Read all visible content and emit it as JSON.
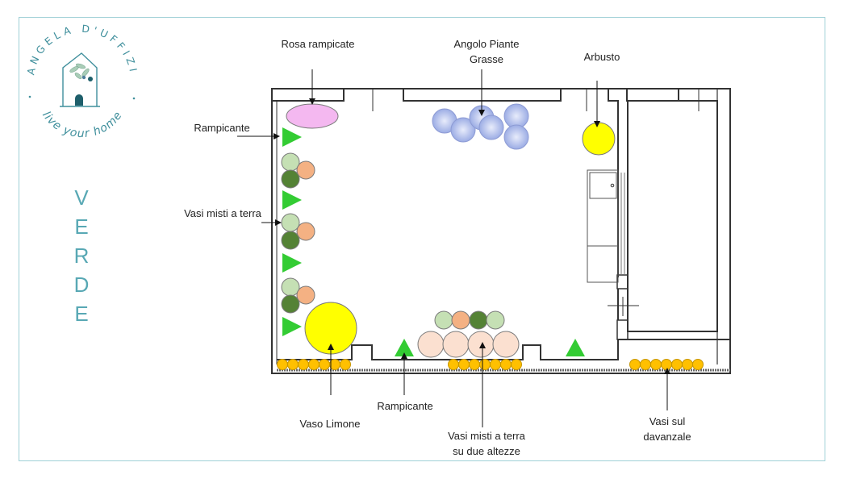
{
  "brand": {
    "name": "ANGELA D'UFFIZI",
    "tagline": "live your home",
    "color": "#3f8f9c"
  },
  "title": "VERDE",
  "labels": {
    "rosa_rampicate": "Rosa rampicate",
    "angolo_piante_grasse_1": "Angolo Piante",
    "angolo_piante_grasse_2": "Grasse",
    "arbusto": "Arbusto",
    "rampicante_left": "Rampicante",
    "vasi_misti_left": "Vasi misti a terra",
    "rampicante_bottom": "Rampicante",
    "vaso_limone": "Vaso Limone",
    "vasi_misti_bottom_1": "Vasi misti a terra",
    "vasi_misti_bottom_2": "su due altezze",
    "vasi_davanzale_1": "Vasi sul",
    "vasi_davanzale_2": "davanzale"
  },
  "colors": {
    "frame": "#9fd0d6",
    "wall": "#333333",
    "succulent": "#9fb0e8",
    "yellow": "#ffff00",
    "green_triangle": "#33cc33",
    "light_green": "#c5e0b4",
    "dark_green": "#548235",
    "salmon": "#f4b183",
    "peach": "#fbe0d0",
    "orange_pot": "#ffc000",
    "rose": "#f4b8f0"
  },
  "icons": [
    "house-logo-icon",
    "olive-branch-icon"
  ]
}
